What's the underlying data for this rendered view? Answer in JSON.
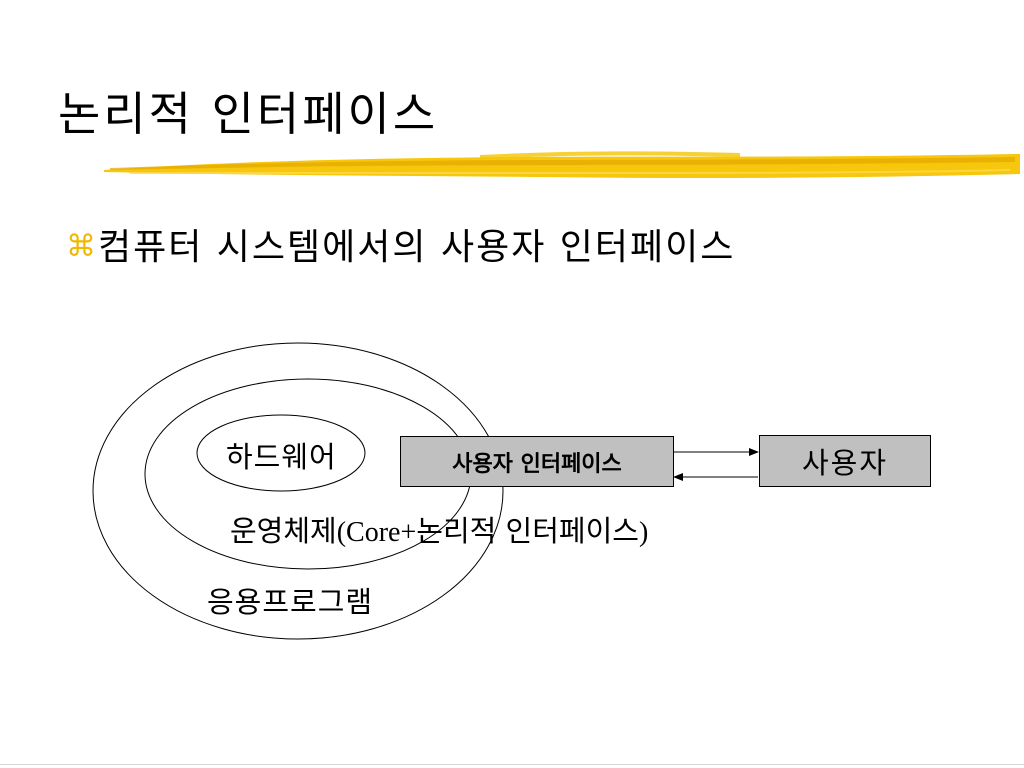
{
  "slide": {
    "title": "논리적 인터페이스",
    "bullet_glyph": "⌘",
    "bullet_text": "컴퓨터 시스템에서의 사용자 인터페이스"
  },
  "diagram": {
    "inner_label": "하드웨어",
    "middle_label_ko": "운영체제",
    "middle_label_latin": "(Core+",
    "middle_label_ko2": "논리적 인터페이스",
    "middle_label_close": ")",
    "outer_label": "응용프로그램",
    "ui_box_label": "사용자 인터페이스",
    "user_box_label": "사용자"
  },
  "colors": {
    "accent": "#f0b800",
    "box_fill": "#c0c0c0"
  }
}
